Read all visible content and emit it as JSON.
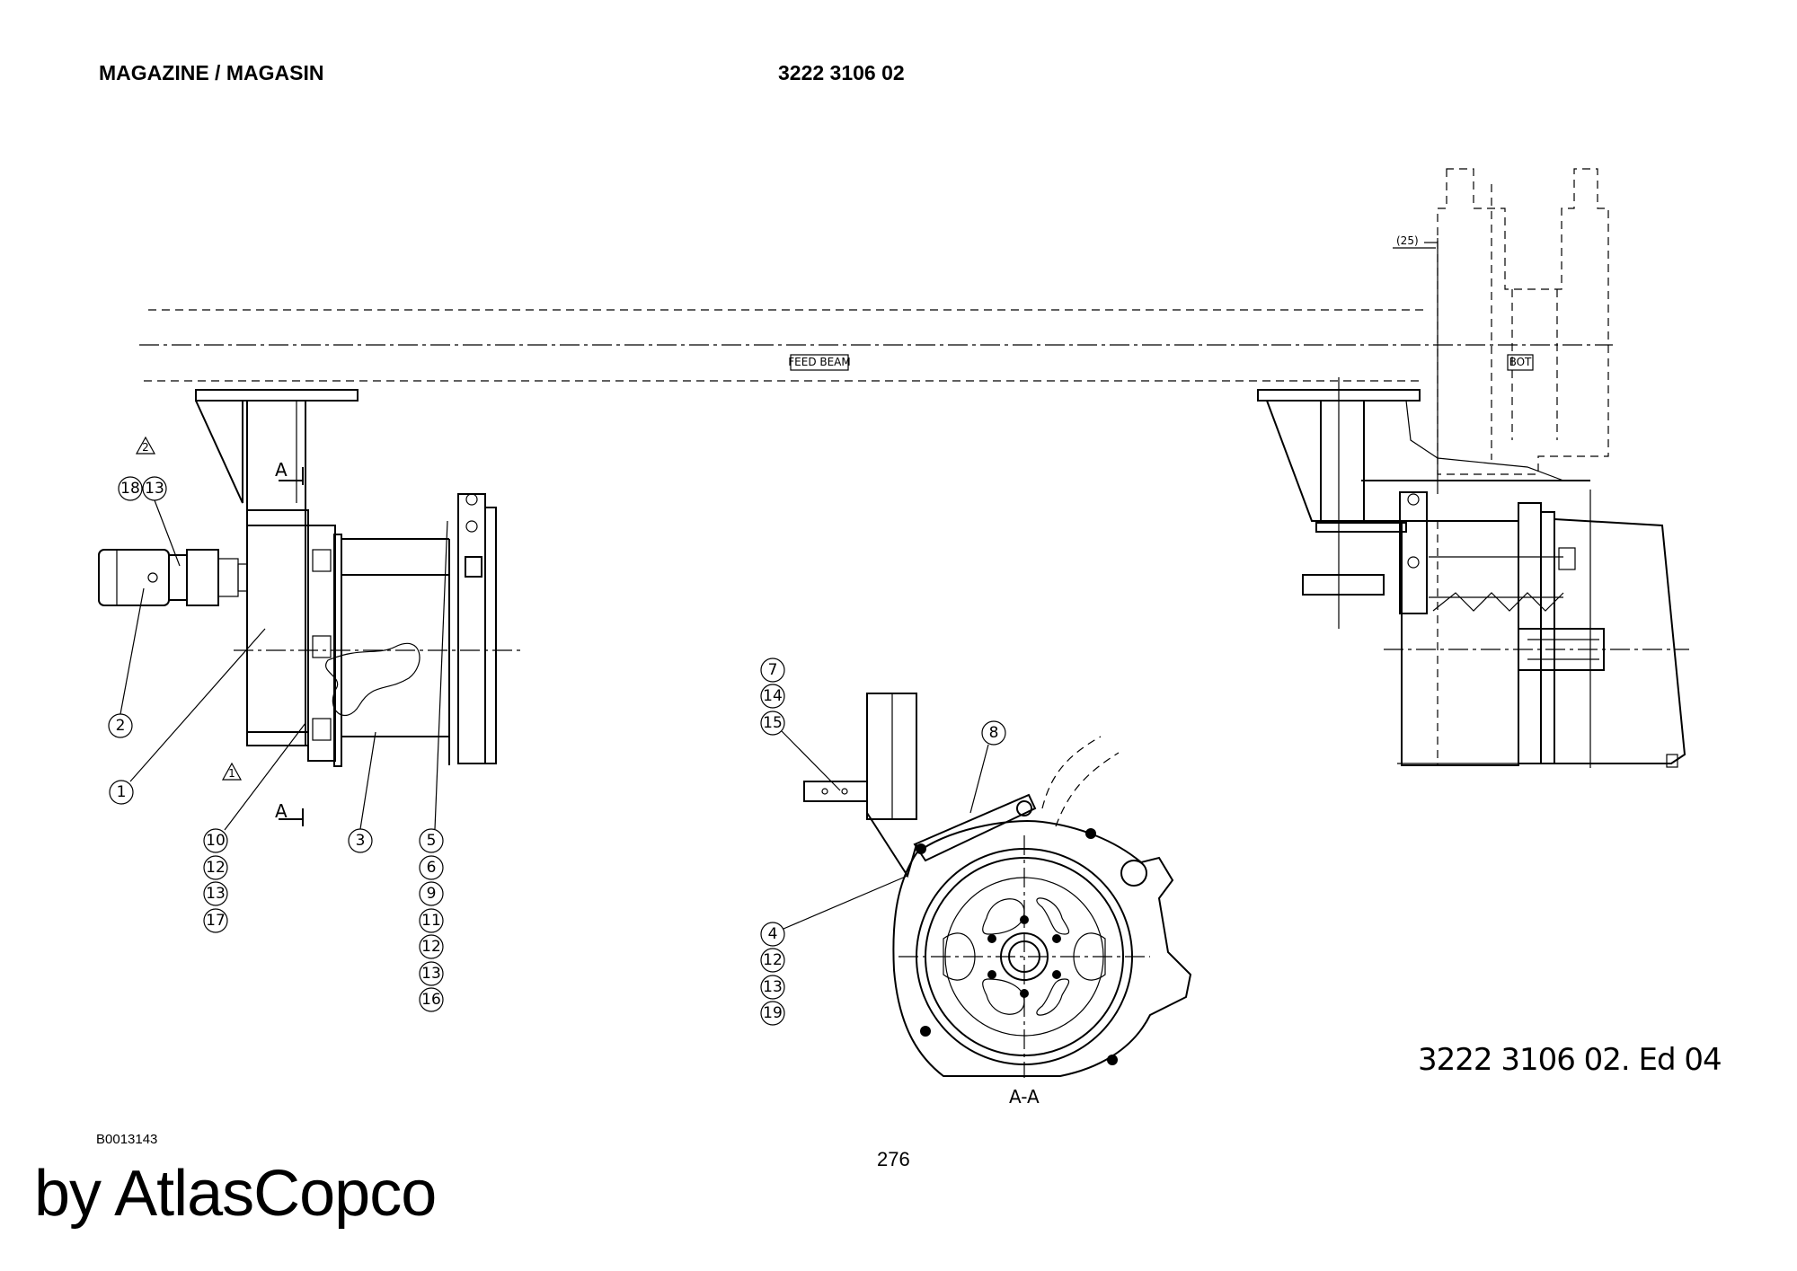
{
  "header": {
    "title": "MAGAZINE / MAGASIN",
    "part_number": "3222 3106 02"
  },
  "drawing": {
    "feed_beam_label": "FEED BEAM",
    "bot_label": "BOT",
    "dimension_label": "(25)",
    "section_marker": "A",
    "section_view_label": "A-A",
    "warning_triangle_label": "2",
    "warning_triangle_label_2": "1",
    "balloons_left": [
      "18",
      "13",
      "2",
      "1",
      "10",
      "12",
      "13",
      "17",
      "3",
      "5",
      "6",
      "9",
      "11",
      "12",
      "13",
      "16"
    ],
    "balloons_section": [
      "7",
      "14",
      "15",
      "8",
      "4",
      "12",
      "13",
      "19"
    ]
  },
  "footer": {
    "edition": "3222 3106 02. Ed 04",
    "reference": "B0013143",
    "page_number": "276",
    "brand": "by AtlasCopco"
  }
}
